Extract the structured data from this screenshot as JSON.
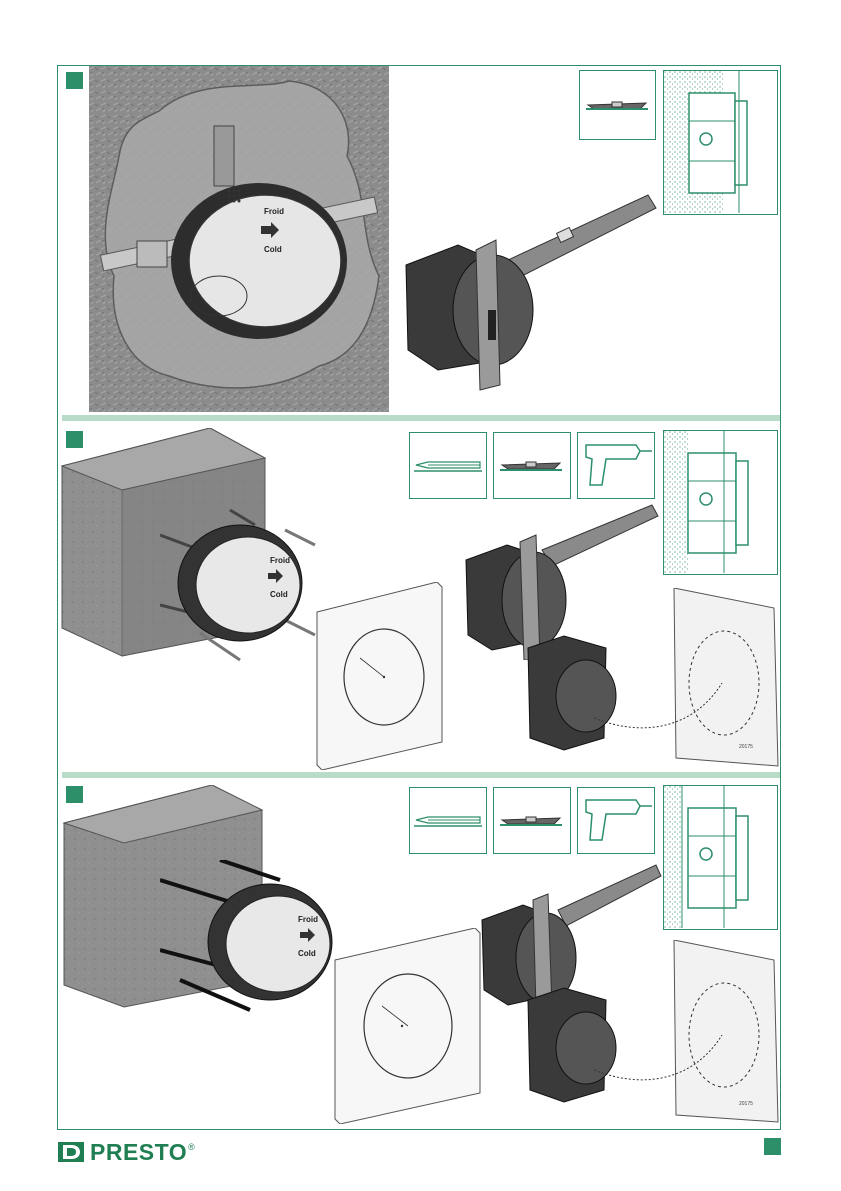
{
  "steps": [
    {
      "label_hot": "Froid",
      "label_cold": "Cold"
    },
    {
      "label_hot": "Froid",
      "label_cold": "Cold",
      "mark_text": "20175"
    },
    {
      "label_hot": "Froid",
      "label_cold": "Cold",
      "mark_text": "20175"
    }
  ],
  "footer": {
    "brand": "PRESTO",
    "registered": "®"
  },
  "colors": {
    "accent": "#2d8f6a",
    "separator": "#b9dcc8",
    "brand": "#1f7f52"
  },
  "icons": [
    "level-icon",
    "pencil-icon",
    "drill-icon",
    "wall-section-diagram",
    "concrete-block",
    "mounting-box",
    "template-plate"
  ]
}
